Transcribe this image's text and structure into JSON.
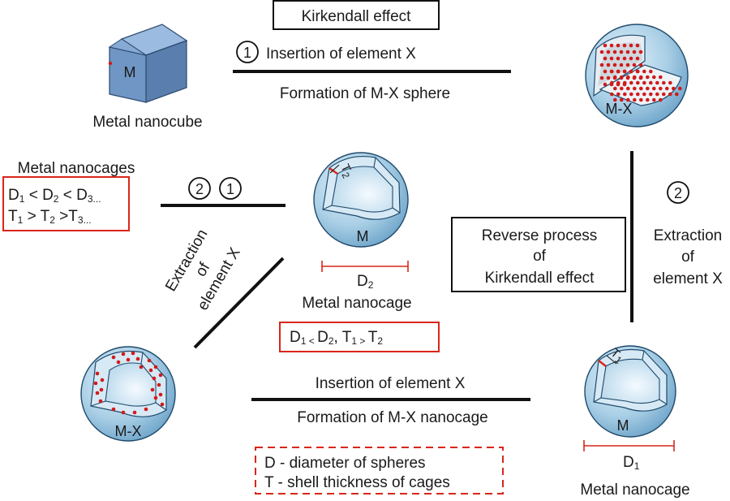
{
  "colors": {
    "sphere": "#a9cfe6",
    "sphere_dark": "#6fa5c9",
    "cube_front": "#6f96c4",
    "cube_top": "#9cbbe0",
    "cube_side": "#5a7fae",
    "dots": "#d11a1a",
    "box_red": "#d9261c",
    "line": "#111111"
  },
  "top_box": "Kirkendall effect",
  "step1": {
    "num": "1",
    "text": "Insertion of element X"
  },
  "sphere_caption": "Formation of M-X sphere",
  "cube": {
    "label": "M",
    "caption": "Metal nanocube"
  },
  "mx_sphere_label": "M-X",
  "cages_group": {
    "title": "Metal nanocages",
    "line1": {
      "a": "D",
      "s1": "1",
      "op1": " < D",
      "s2": "2",
      "op2": " < D",
      "s3": "3",
      "tail": "..."
    },
    "line2": {
      "a": "T",
      "s1": "1",
      "op1": " > T",
      "s2": "2",
      "op2": " >T",
      "s3": "3",
      "tail": "..."
    }
  },
  "steps21": {
    "a": "2",
    "b": "1"
  },
  "cage2": {
    "t": "T",
    "t_sub": "2",
    "m": "M",
    "d": "D",
    "d_sub": "2",
    "caption": "Metal nanocage"
  },
  "rel_box": {
    "d1": "D",
    "s1": "1",
    "lt": " < ",
    "d2": "D",
    "s2": "2",
    "comma": ", T",
    "s3": "1",
    "gt": " > ",
    "t2": "T",
    "s4": "2"
  },
  "extraction_diag": {
    "l1": "Extraction",
    "l2": "of",
    "l3": "element  X"
  },
  "reverse_box": {
    "l1": "Reverse process",
    "l2": "of",
    "l3": "Kirkendall effect"
  },
  "step2_right": {
    "num": "2",
    "l1": "Extraction",
    "l2": "of",
    "l3": "element X"
  },
  "mx_cage_label": "M-X",
  "bottom_step": {
    "top": "Insertion of element X",
    "bottom": "Formation of M-X nanocage"
  },
  "legend": {
    "l1": "D - diameter of spheres",
    "l2": "T - shell thickness of cages"
  },
  "cage1": {
    "t": "T",
    "t_sub": "1",
    "m": "M",
    "d": "D",
    "d_sub": "1",
    "caption": "Metal nanocage"
  }
}
